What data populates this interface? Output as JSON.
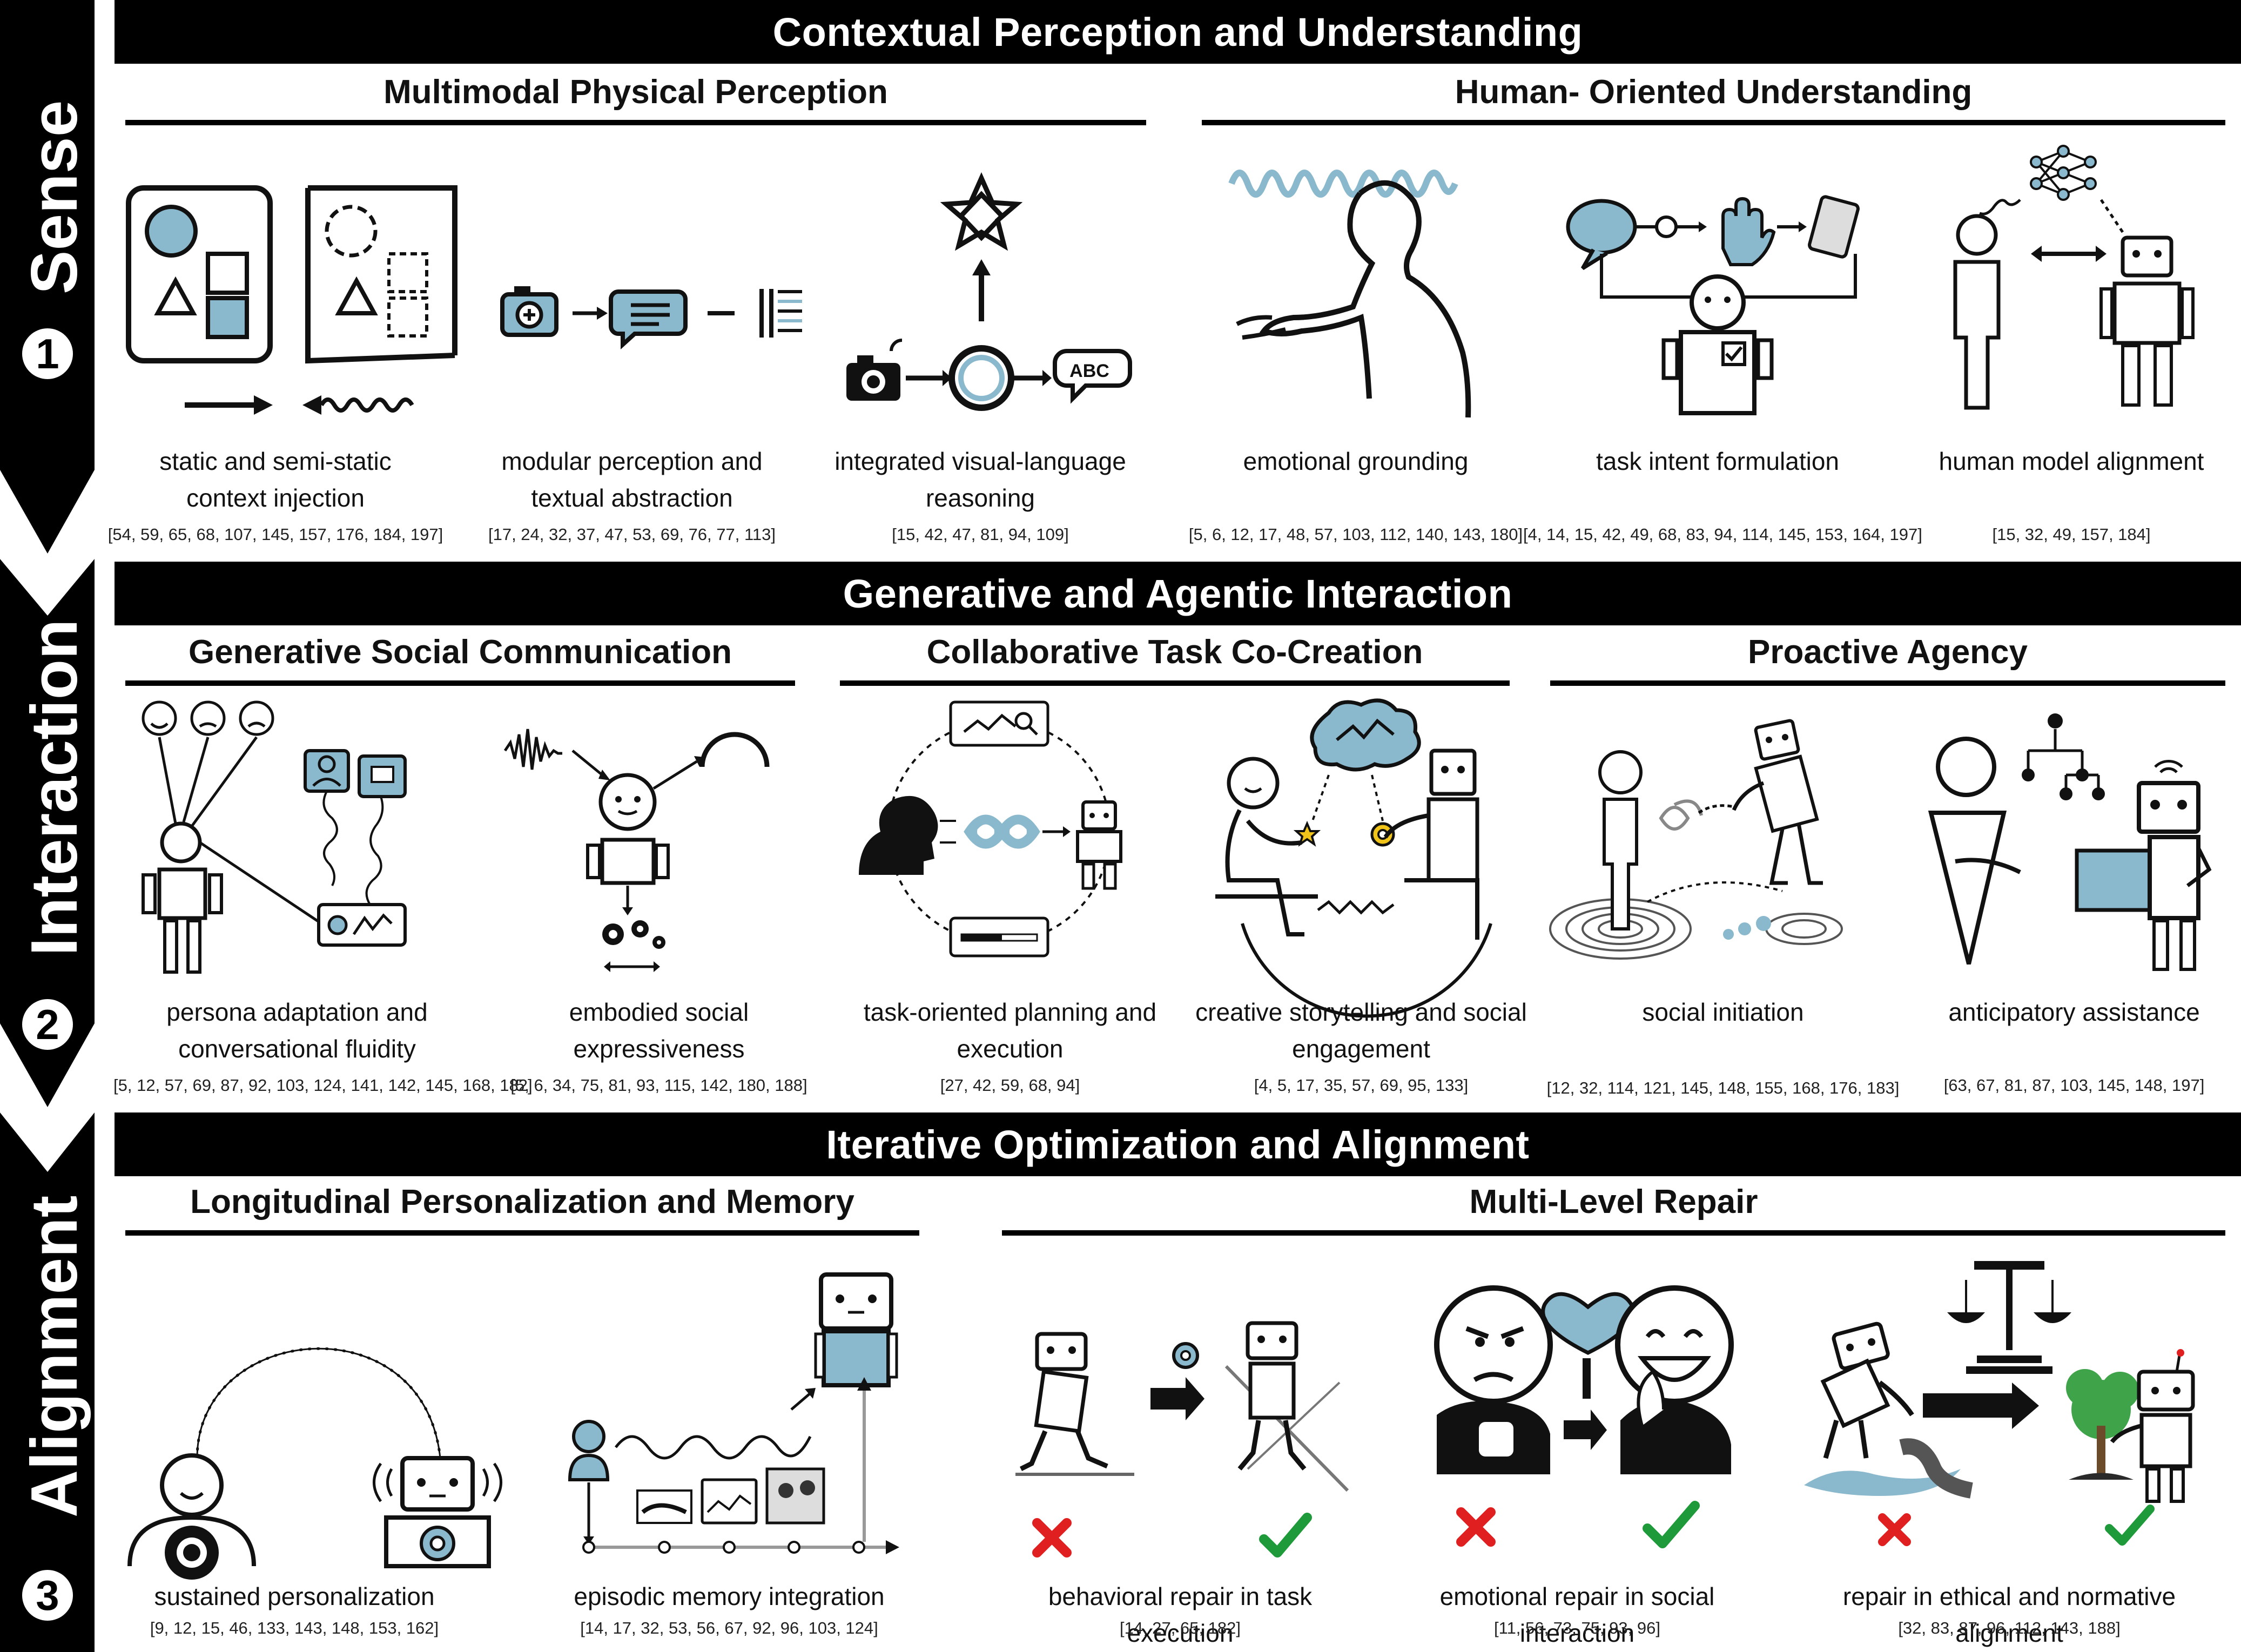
{
  "stages": [
    {
      "label": "Sense",
      "number": "1"
    },
    {
      "label": "Interaction",
      "number": "2"
    },
    {
      "label": "Alignment",
      "number": "3"
    }
  ],
  "sections": {
    "sense": {
      "title": "Contextual Perception and Understanding",
      "groups": [
        {
          "title": "Multimodal Physical Perception"
        },
        {
          "title": "Human- Oriented Understanding"
        }
      ],
      "items": [
        {
          "caption": "static and semi-static context injection",
          "refs": "[54, 59, 65, 68, 107, 145, 157, 176, 184, 197]"
        },
        {
          "caption": "modular perception and textual abstraction",
          "refs": "[17, 24, 32, 37, 47, 53, 69, 76, 77, 113]"
        },
        {
          "caption": "integrated visual-language reasoning",
          "refs": "[15, 42, 47, 81, 94, 109]",
          "badge": "ABC"
        },
        {
          "caption": "emotional grounding",
          "refs": "[5, 6, 12, 17, 48, 57, 103, 112, 140, 143, 180]"
        },
        {
          "caption": "task intent formulation",
          "refs": "[4, 14, 15, 42, 49, 68, 83, 94, 114, 145, 153, 164, 197]"
        },
        {
          "caption": "human model alignment",
          "refs": "[15, 32, 49, 157, 184]"
        }
      ]
    },
    "interaction": {
      "title": "Generative and Agentic Interaction",
      "groups": [
        {
          "title": "Generative Social Communication"
        },
        {
          "title": "Collaborative Task Co-Creation"
        },
        {
          "title": "Proactive Agency"
        }
      ],
      "items": [
        {
          "caption": "persona adaptation and conversational fluidity",
          "refs": "[5, 12, 57, 69, 87, 92, 103, 124, 141, 142, 145, 168, 182]"
        },
        {
          "caption": "embodied social expressiveness",
          "refs": "[5, 6, 34, 75, 81, 93, 115, 142, 180, 188]"
        },
        {
          "caption": "task-oriented planning and execution",
          "refs": "[27, 42, 59, 68, 94]"
        },
        {
          "caption": "creative storytelling and social engagement",
          "refs": "[4, 5, 17, 35, 57, 69, 95, 133]"
        },
        {
          "caption": "social initiation",
          "refs": "[12, 32, 114, 121, 145, 148, 155, 168, 176, 183]"
        },
        {
          "caption": "anticipatory assistance",
          "refs": "[63, 67, 81, 87, 103, 145, 148, 197]"
        }
      ]
    },
    "alignment": {
      "title": "Iterative Optimization and Alignment",
      "groups": [
        {
          "title": "Longitudinal Personalization and Memory"
        },
        {
          "title": "Multi-Level Repair"
        }
      ],
      "items": [
        {
          "caption": "sustained personalization",
          "refs": "[9, 12, 15, 46, 133, 143, 148, 153, 162]"
        },
        {
          "caption": "episodic memory integration",
          "refs": "[14, 17, 32, 53, 56, 67, 92, 96, 103, 124]"
        },
        {
          "caption": "behavioral repair in task execution",
          "refs": "[14, 27, 65, 182]"
        },
        {
          "caption": "emotional repair in social interaction",
          "refs": "[11, 56, 73, 75, 93, 96]"
        },
        {
          "caption": "repair in ethical and normative alignment",
          "refs": "[32, 83, 87, 96, 112, 143, 188]"
        }
      ]
    }
  },
  "colors": {
    "accent": "#8ab8cc",
    "ink": "#111111",
    "wrong": "#e02020",
    "right": "#1f9a3a"
  },
  "icons": [
    "context-cards-icon",
    "camera-to-text-icon",
    "vision-language-icon",
    "emotion-person-icon",
    "intent-robot-icon",
    "human-robot-model-icon",
    "persona-robot-icon",
    "expressive-robot-icon",
    "planning-loop-icon",
    "storytelling-icon",
    "social-initiation-icon",
    "anticipatory-icon",
    "personalization-icon",
    "episodic-memory-icon",
    "behavior-repair-icon",
    "emotion-repair-icon",
    "ethics-repair-icon"
  ]
}
